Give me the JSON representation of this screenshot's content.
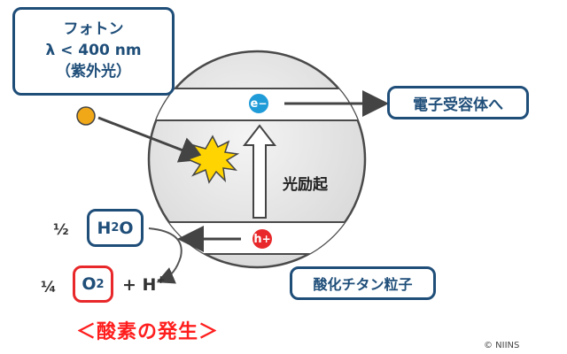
{
  "photon": {
    "line1": "フォトン",
    "line2": "λ < 400 nm",
    "line3": "（紫外光）"
  },
  "electron": {
    "label": "e",
    "charge": "−"
  },
  "hole": {
    "label": "h",
    "charge": "+"
  },
  "acceptor": {
    "label": "電子受容体へ"
  },
  "excitation": {
    "label": "光励起"
  },
  "particle": {
    "label": "酸化チタン粒子"
  },
  "reaction": {
    "h2o_coef": "½",
    "h2o_main": "H",
    "h2o_sub": "2",
    "h2o_end": "O",
    "o2_coef": "¼",
    "o2_main": "O",
    "o2_sub": "2",
    "plus": "+ H",
    "plus_sup": "+"
  },
  "title": {
    "label": "＜酸素の発生＞"
  },
  "copyright": {
    "label": "© NIINS"
  },
  "colors": {
    "box_border": "#1f4e79",
    "electron": "#1f9bd8",
    "hole": "#e8282a",
    "photon": "#f0a818",
    "burst": "#ffd400",
    "title_red": "#ff1e1e"
  }
}
